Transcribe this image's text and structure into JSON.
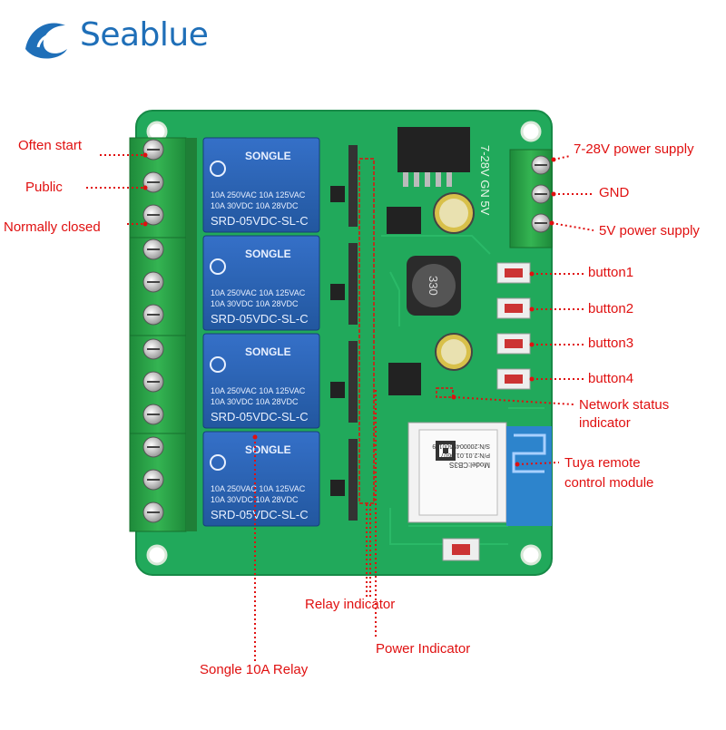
{
  "brand": {
    "name": "Seablue",
    "icon": "wave-logo",
    "color": "#1f6fb8"
  },
  "colors": {
    "board": "#21a95b",
    "relay": "#2a62b8",
    "terminal": "#2aa347",
    "annotation": "#e01010"
  },
  "labels": {
    "often_start": "Often start",
    "public": "Public",
    "normally_closed": "Normally closed",
    "power_7_28": "7-28V power supply",
    "gnd": "GND",
    "power_5v": "5V power supply",
    "button1": "button1",
    "button2": "button2",
    "button3": "button3",
    "button4": "button4",
    "network_status_1": "Network status",
    "network_status_2": "indicator",
    "tuya_1": "Tuya remote",
    "tuya_2": "control module",
    "relay_indicator": "Relay indicator",
    "power_indicator": "Power Indicator",
    "songle_relay": "Songle 10A Relay"
  },
  "relay_print": {
    "brand": "SONGLE",
    "line1": "10A 250VAC    10A 125VAC",
    "line2": "10A 30VDC    10A 28VDC",
    "model": "SRD-05VDC-SL-C"
  },
  "board_print": {
    "inductor": "330",
    "terminal_side": "7-28V  GN  5V",
    "module_model": "Model:CB3S",
    "module_pn": "P/N:2.01.01.0607",
    "module_sn": "S/N:2000045600119"
  }
}
